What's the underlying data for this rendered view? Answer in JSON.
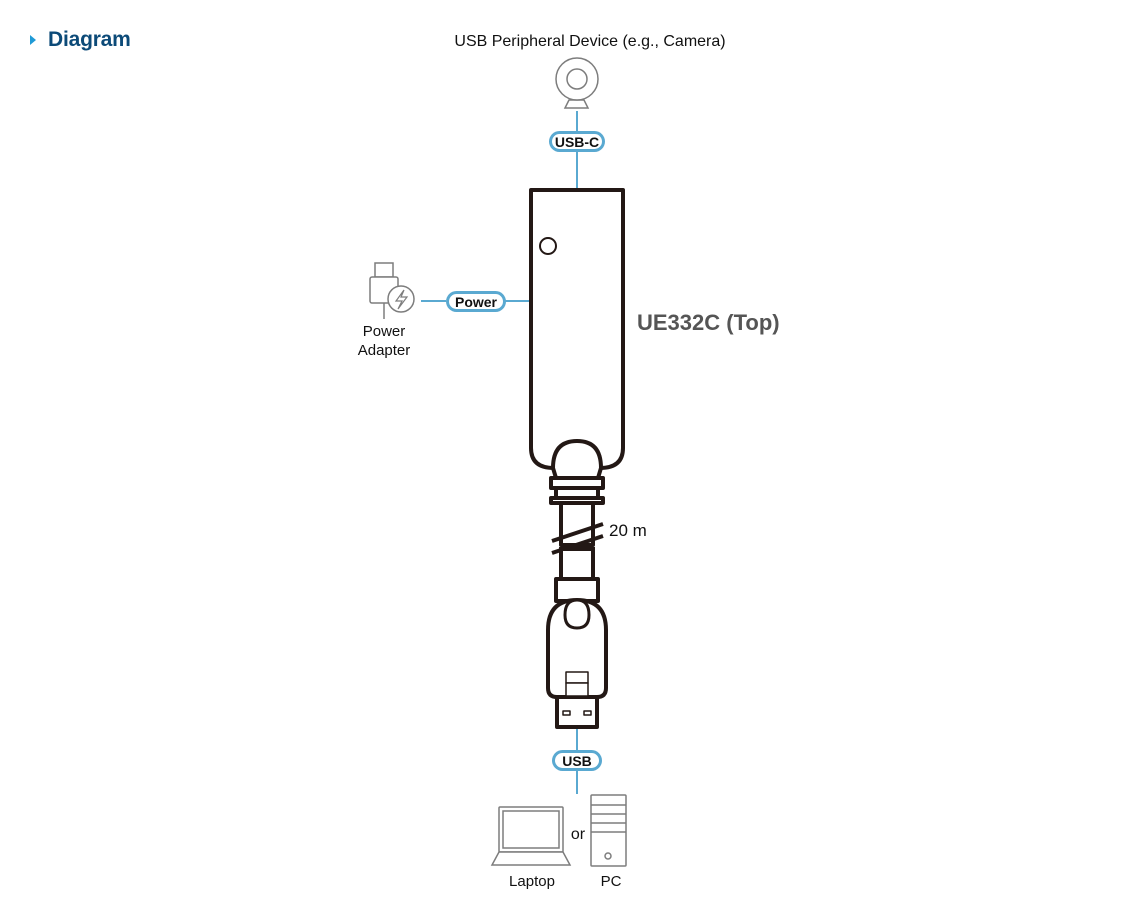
{
  "heading": {
    "title": "Diagram"
  },
  "diagram": {
    "top_device_label": "USB Peripheral Device (e.g., Camera)",
    "top_connector_label": "USB-C",
    "power_connector_label": "Power",
    "power_adapter_label_line1": "Power",
    "power_adapter_label_line2": "Adapter",
    "product_label": "UE332C (Top)",
    "cable_length_label": "20 m",
    "bottom_connector_label": "USB",
    "or_label": "or",
    "laptop_label": "Laptop",
    "pc_label": "PC"
  },
  "colors": {
    "accent_blue": "#5aa9d1",
    "heading_blue": "#0c4a78",
    "heading_arrow": "#1f9ad6",
    "outline": "#231815",
    "icon_gray": "#7d7d7d",
    "product_label_gray": "#555555"
  }
}
